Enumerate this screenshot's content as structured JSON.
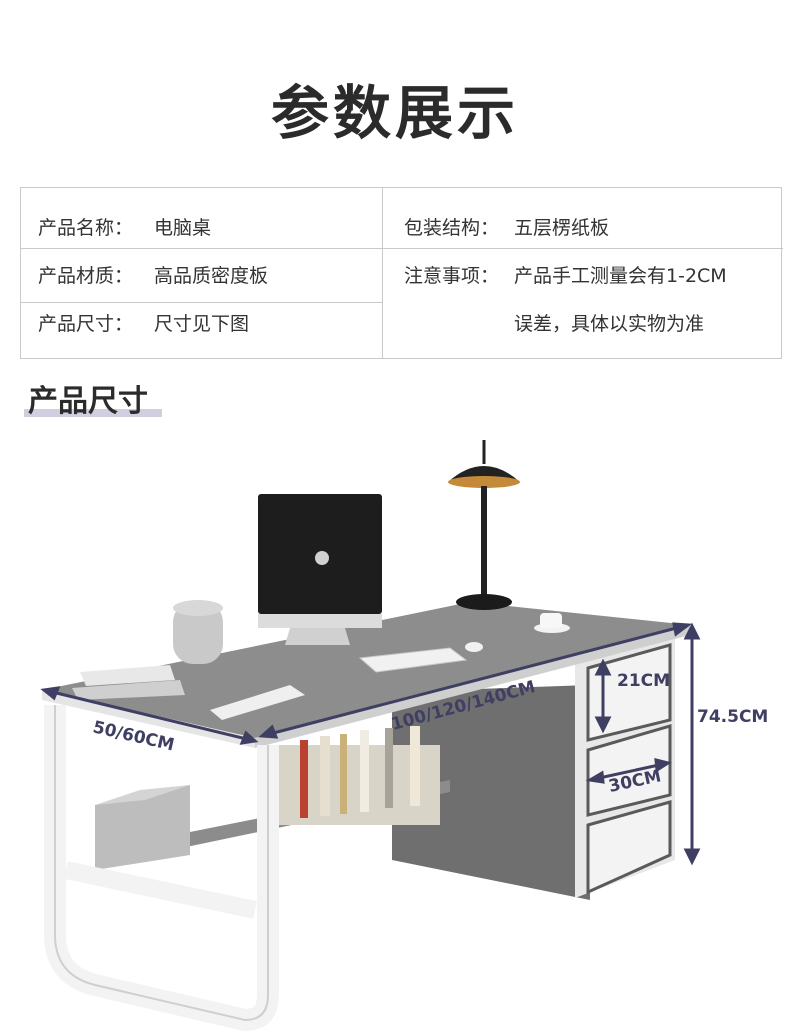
{
  "page_title": "参数展示",
  "specs": {
    "name": {
      "label": "产品名称：",
      "value": "电脑桌"
    },
    "material": {
      "label": "产品材质：",
      "value": "高品质密度板"
    },
    "size": {
      "label": "产品尺寸：",
      "value": "尺寸见下图"
    },
    "packaging": {
      "label": "包装结构：",
      "value": "五层楞纸板"
    },
    "notice": {
      "label": "注意事项：",
      "value_line1": "产品手工测量会有1-2CM",
      "value_line2": "误差，具体以实物为准"
    }
  },
  "section_title": "产品尺寸",
  "dimensions": {
    "depth": "50/60CM",
    "width": "100/120/140CM",
    "height": "74.5CM",
    "drawer_height": "21CM",
    "drawer_depth": "30CM"
  },
  "colors": {
    "accent": "#3f3f63",
    "desk_top": "#8a8a8a",
    "frame": "#f2f2f2"
  }
}
